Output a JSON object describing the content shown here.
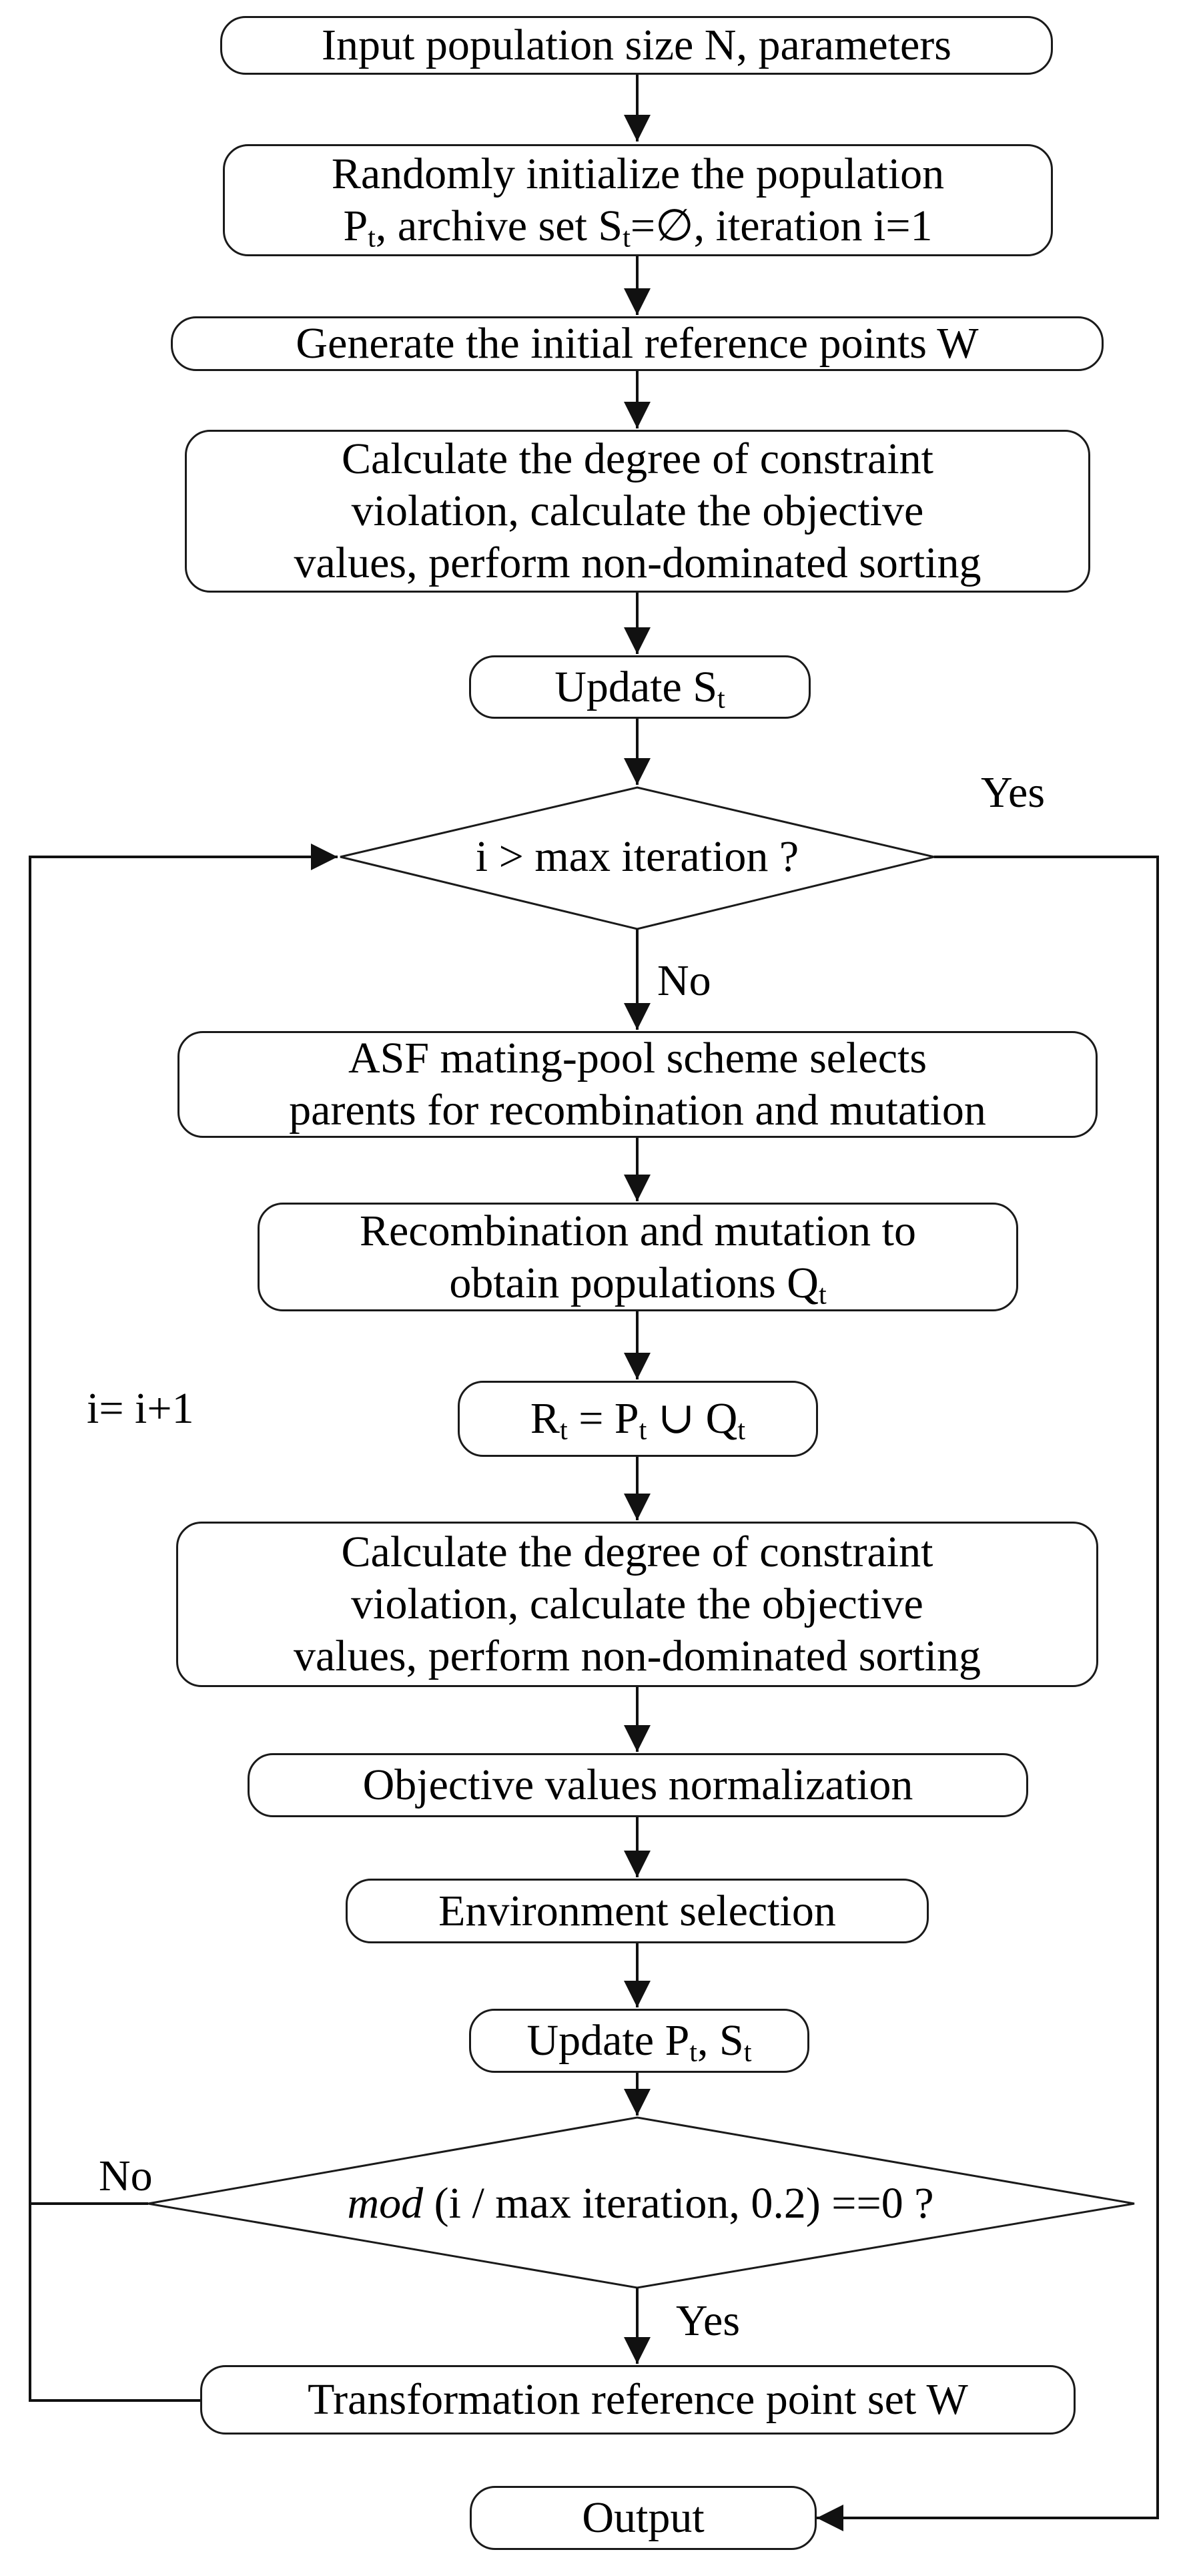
{
  "nodes": {
    "input": "Input population size N, parameters",
    "init": {
      "line1": "Randomly initialize the population",
      "p": "P",
      "p_sub": "t",
      "mid": ", archive set S",
      "s_sub": "t",
      "tail": "=∅, iteration i=1"
    },
    "gen_ref": "Generate the initial reference points W",
    "calc1": {
      "line1": "Calculate the degree of constraint",
      "line2": "violation, calculate the objective",
      "line3": "values, perform non-dominated sorting"
    },
    "update_s": {
      "text": "Update S",
      "sub": "t"
    },
    "cond1": "i > max iteration ?",
    "asf": {
      "line1": "ASF mating-pool scheme selects",
      "line2": "parents for recombination and mutation"
    },
    "recomb": {
      "line1": "Recombination and mutation to",
      "line2": "obtain populations Q",
      "sub": "t"
    },
    "union": {
      "r": "R",
      "r_sub": "t",
      "eq": " = P",
      "p_sub": "t",
      "cup": " ∪ Q",
      "q_sub": "t"
    },
    "calc2": {
      "line1": "Calculate the degree of constraint",
      "line2": "violation, calculate the objective",
      "line3": "values, perform non-dominated sorting"
    },
    "normalize": "Objective values normalization",
    "env_select": "Environment selection",
    "update_ps": {
      "text": "Update P",
      "p_sub": "t",
      "mid": ", S",
      "s_sub": "t"
    },
    "cond2": {
      "italic": "mod",
      "rest": " (i / max iteration, 0.2) ==0 ?"
    },
    "transform": "Transformation reference point set W",
    "output": "Output"
  },
  "labels": {
    "yes_top": "Yes",
    "no_1": "No",
    "loop": "i= i+1",
    "no_2": "No",
    "yes_2": "Yes"
  }
}
